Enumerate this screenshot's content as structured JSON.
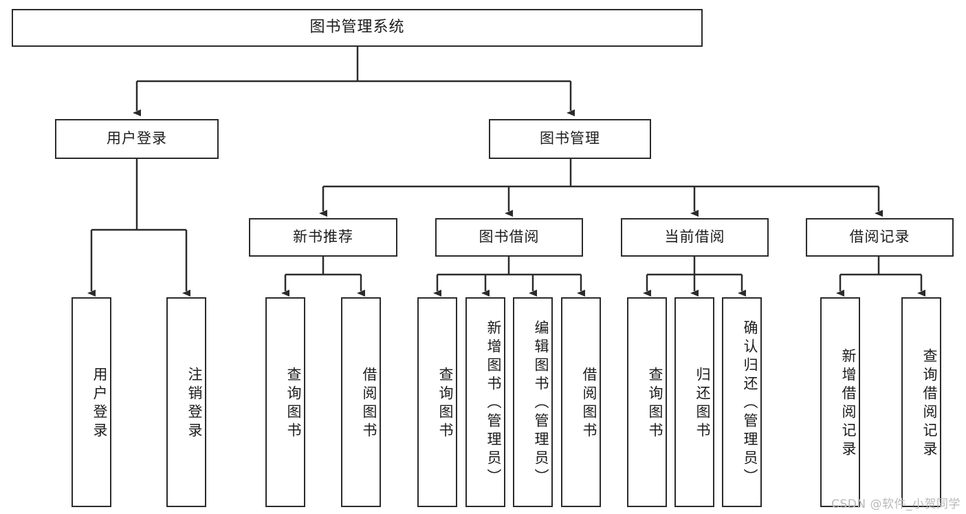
{
  "diagram": {
    "title": "图书管理系统",
    "type": "tree-hierarchy-chart",
    "root": {
      "label": "图书管理系统"
    },
    "level2": [
      {
        "label": "用户登录"
      },
      {
        "label": "图书管理"
      }
    ],
    "level3": [
      {
        "label": "新书推荐"
      },
      {
        "label": "图书借阅"
      },
      {
        "label": "当前借阅"
      },
      {
        "label": "借阅记录"
      }
    ],
    "leaves": {
      "user_login": [
        {
          "label": "用户登录"
        },
        {
          "label": "注销登录"
        }
      ],
      "new_book_recommend": [
        {
          "label": "查询图书"
        },
        {
          "label": "借阅图书"
        }
      ],
      "book_borrow": [
        {
          "label": "查询图书"
        },
        {
          "label": "新增图书（管理员）"
        },
        {
          "label": "编辑图书（管理员）"
        },
        {
          "label": "借阅图书"
        }
      ],
      "current_borrow": [
        {
          "label": "查询图书"
        },
        {
          "label": "归还图书"
        },
        {
          "label": "确认归还（管理员）"
        }
      ],
      "borrow_record": [
        {
          "label": "新增借阅记录"
        },
        {
          "label": "查询借阅记录"
        }
      ]
    }
  },
  "watermark": {
    "text": "CSDN @软件_小贺同学"
  },
  "colors": {
    "stroke": "#2b2b2b",
    "fill": "#ffffff",
    "text": "#1c1c1c",
    "watermark": "#b9b9b9"
  }
}
